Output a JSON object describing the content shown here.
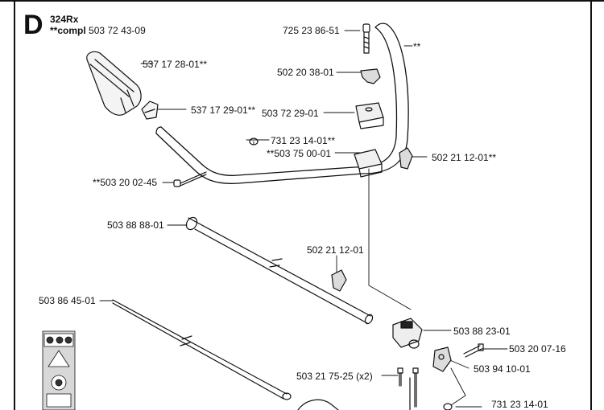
{
  "section": {
    "letter": "D",
    "model": "324Rx",
    "compl_prefix": "**compl",
    "compl_number": "503 72 43-09"
  },
  "parts": [
    {
      "id": "bolt-top",
      "number": "725 23 86-51"
    },
    {
      "id": "knob-top",
      "number": "502 20 38-01"
    },
    {
      "id": "clamp-top",
      "number": "503 72 29-01"
    },
    {
      "id": "washer-top",
      "number": "731 23 14-01**"
    },
    {
      "id": "clamp-lower",
      "number": "**503 75 00-01"
    },
    {
      "id": "handlebar",
      "number": "**"
    },
    {
      "id": "grip",
      "number": "537 17 28-01**"
    },
    {
      "id": "throttle-holder",
      "number": "537 17 29-01**"
    },
    {
      "id": "knob-right",
      "number": "502 21 12-01**"
    },
    {
      "id": "screw-left",
      "number": "**503 20 02-45"
    },
    {
      "id": "tube",
      "number": "503 88 88-01"
    },
    {
      "id": "knob-middle",
      "number": "502 21 12-01"
    },
    {
      "id": "shaft",
      "number": "503 86 45-01"
    },
    {
      "id": "holder",
      "number": "503 88 23-01"
    },
    {
      "id": "screw-right",
      "number": "503 20 07-16"
    },
    {
      "id": "bracket",
      "number": "503 94 10-01"
    },
    {
      "id": "screws-bottom",
      "number": "503 21 75-25 (x2)"
    },
    {
      "id": "washer-bottom",
      "number": "731 23 14-01"
    }
  ]
}
